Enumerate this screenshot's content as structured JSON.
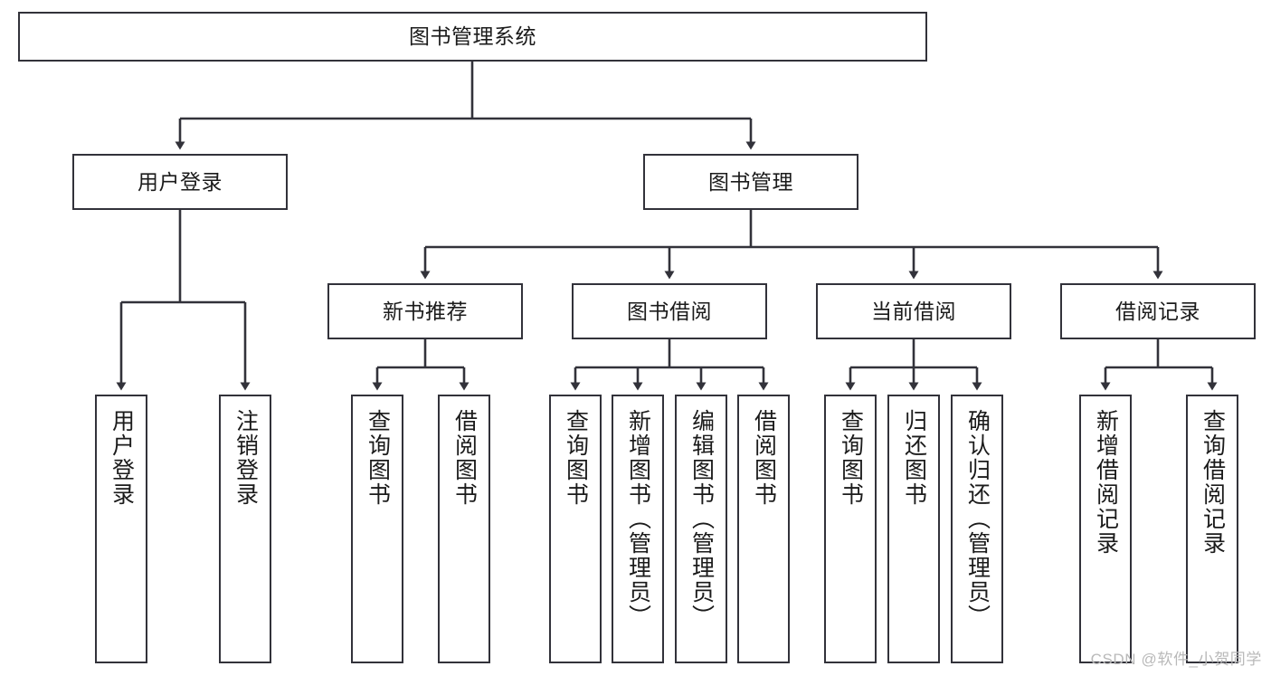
{
  "diagram": {
    "title": "图书管理系统",
    "type": "tree-hierarchy",
    "watermark": "CSDN @软件_小贺同学",
    "colors": {
      "box_border": "#32323a",
      "box_fill": "#ffffff",
      "edge": "#32323a",
      "text": "#1b1b1b",
      "watermark": "#b9b9b9"
    },
    "nodes": {
      "root": {
        "label": "图书管理系统",
        "level": 0
      },
      "l1": [
        {
          "id": "user-login",
          "label": "用户登录",
          "level": 1
        },
        {
          "id": "book-manage",
          "label": "图书管理",
          "level": 1
        }
      ],
      "l2": [
        {
          "id": "new-book-rec",
          "label": "新书推荐",
          "level": 2
        },
        {
          "id": "book-borrow",
          "label": "图书借阅",
          "level": 2
        },
        {
          "id": "current-borrow",
          "label": "当前借阅",
          "level": 2
        },
        {
          "id": "borrow-record",
          "label": "借阅记录",
          "level": 2
        }
      ],
      "leaves": {
        "user-login": [
          {
            "id": "leaf-user-login",
            "label": "用户登录"
          },
          {
            "id": "leaf-user-logout",
            "label": "注销登录"
          }
        ],
        "new-book-rec": [
          {
            "id": "leaf-query-book-1",
            "label": "查询图书"
          },
          {
            "id": "leaf-borrow-book-1",
            "label": "借阅图书"
          }
        ],
        "book-borrow": [
          {
            "id": "leaf-query-book-2",
            "label": "查询图书"
          },
          {
            "id": "leaf-add-book",
            "label": "新增图书（管理员）"
          },
          {
            "id": "leaf-edit-book",
            "label": "编辑图书（管理员）"
          },
          {
            "id": "leaf-borrow-book-2",
            "label": "借阅图书"
          }
        ],
        "current-borrow": [
          {
            "id": "leaf-query-book-3",
            "label": "查询图书"
          },
          {
            "id": "leaf-return-book",
            "label": "归还图书"
          },
          {
            "id": "leaf-confirm-return",
            "label": "确认归还（管理员）"
          }
        ],
        "borrow-record": [
          {
            "id": "leaf-add-record",
            "label": "新增借阅记录"
          },
          {
            "id": "leaf-query-record",
            "label": "查询借阅记录"
          }
        ]
      }
    }
  }
}
